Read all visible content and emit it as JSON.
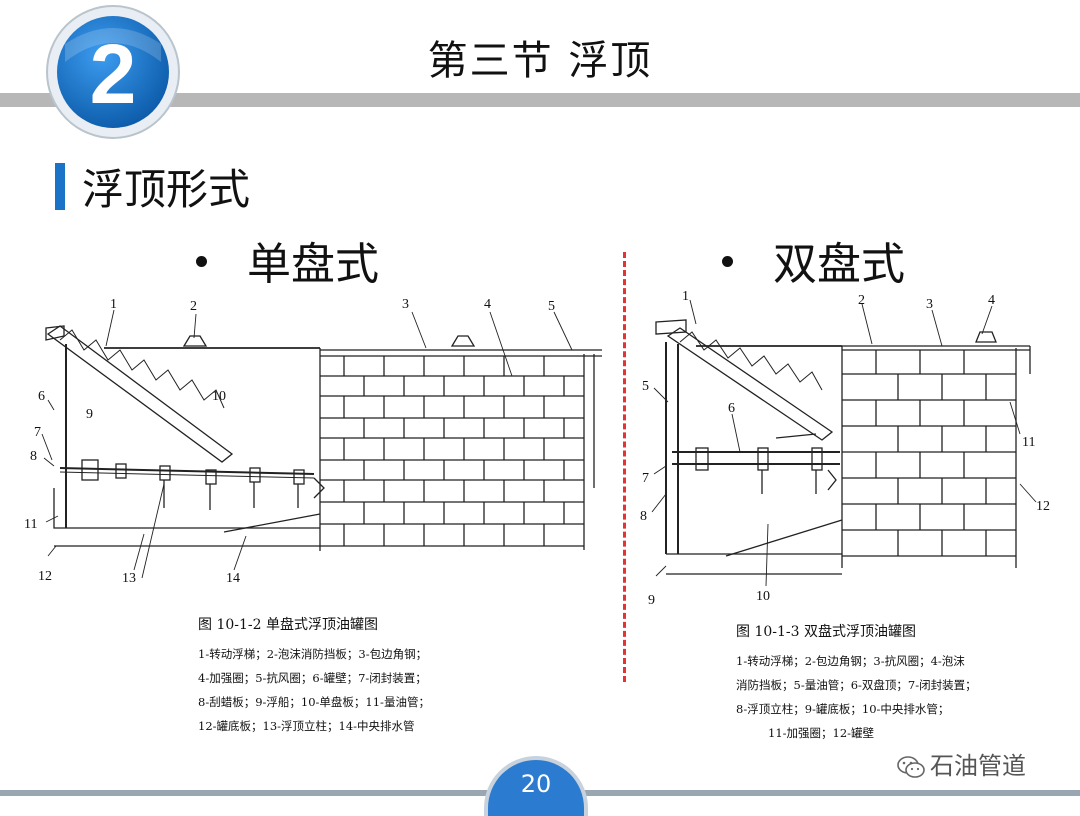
{
  "header": {
    "badge_number": "2",
    "title": "第三节  浮顶"
  },
  "section": {
    "title": "浮顶形式"
  },
  "bullets": {
    "left": "单盘式",
    "right": "双盘式"
  },
  "left_diagram": {
    "labels": [
      "1",
      "2",
      "3",
      "4",
      "5",
      "6",
      "7",
      "8",
      "9",
      "10",
      "11",
      "12",
      "13",
      "14"
    ],
    "caption_title": "图 10-1-2    单盘式浮顶油罐图",
    "caption_lines": [
      "1-转动浮梯；2-泡沫消防挡板；3-包边角钢；",
      "4-加强圈；5-抗风圈；6-罐壁；7-闭封装置；",
      "8-刮蜡板；9-浮船；10-单盘板；11-量油管；",
      "12-罐底板；13-浮顶立柱；14-中央排水管"
    ]
  },
  "right_diagram": {
    "labels": [
      "1",
      "2",
      "3",
      "4",
      "5",
      "6",
      "7",
      "8",
      "9",
      "10",
      "11",
      "12"
    ],
    "caption_title": "图 10-1-3    双盘式浮顶油罐图",
    "caption_lines": [
      "1-转动浮梯；2-包边角钢；3-抗风圈；4-泡沫",
      "消防挡板；5-量油管；6-双盘顶；7-闭封装置；",
      "8-浮顶立柱；9-罐底板；10-中央排水管；",
      "11-加强圈；12-罐壁"
    ]
  },
  "footer": {
    "page_number": "20",
    "watermark": "石油管道"
  },
  "colors": {
    "accent_blue": "#1a73c7",
    "divider_red": "#e53333",
    "header_gray": "#b7b7b7"
  }
}
